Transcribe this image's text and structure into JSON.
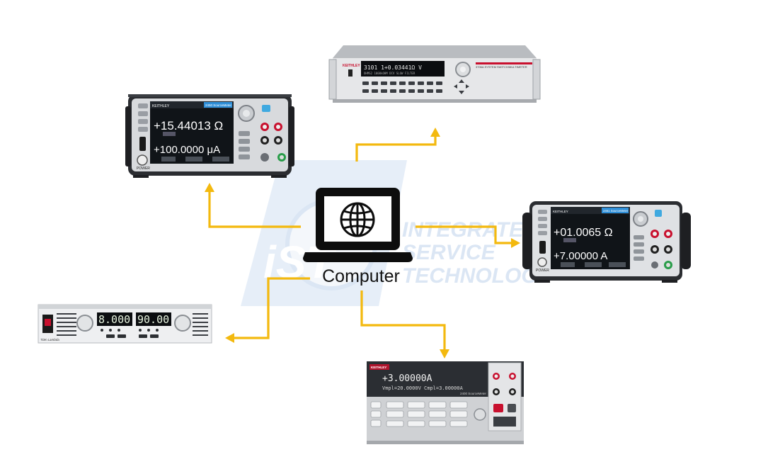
{
  "center": {
    "label": "Computer",
    "icon": "laptop-globe-icon"
  },
  "watermark": {
    "logo_text": "iST",
    "lines": [
      "INTEGRATED",
      "SERVICE",
      "TECHNOLOGY"
    ]
  },
  "instruments": {
    "smu_top_left": {
      "brand": "KEITHLEY",
      "model": "2450 SourceMeter",
      "reading": "+15.44013 Ω",
      "source": "+100.0000 μA",
      "power_label": "POWER"
    },
    "dmm_top": {
      "brand": "KEITHLEY",
      "model": "3706A SYSTEM SWITCH/MULTIMETER",
      "display_line1": "3101 1+0.03441Ω   V",
      "display_line2": "OHMS2  1000kOHM  DCV  SLOW FILTER"
    },
    "smu_right": {
      "brand": "KEITHLEY",
      "model": "2461 SourceMeter",
      "reading": "+01.0065 Ω",
      "source": "+7.00000 A",
      "power_label": "POWER"
    },
    "psu_left": {
      "brand": "TDK-Lambda",
      "voltage": "8.000",
      "current": "90.00"
    },
    "smu_bottom": {
      "brand": "KEITHLEY",
      "model": "2400 SourceMeter",
      "reading": "+3.00000A",
      "line2": "Vmpl=20.0000V   Cmpl=3.00000A"
    }
  },
  "colors": {
    "connector": "#f3b90f",
    "watermark": "#dbe6f4",
    "keithley_red": "#c8102e"
  }
}
